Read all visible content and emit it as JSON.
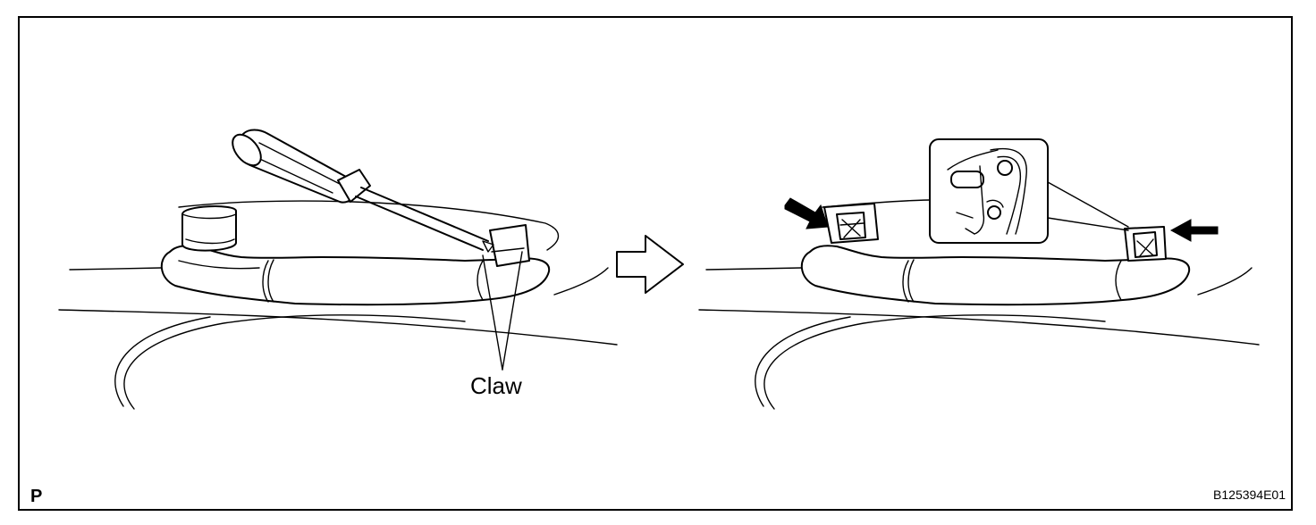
{
  "labels": {
    "claw": "Claw",
    "panel_id": "P",
    "figure_code": "B125394E01"
  },
  "icons": {
    "step_arrow": "hollow-right-arrow-icon",
    "pointer_arrows": "solid-black-arrow-icon"
  },
  "colors": {
    "line": "#000000",
    "background": "#ffffff"
  }
}
